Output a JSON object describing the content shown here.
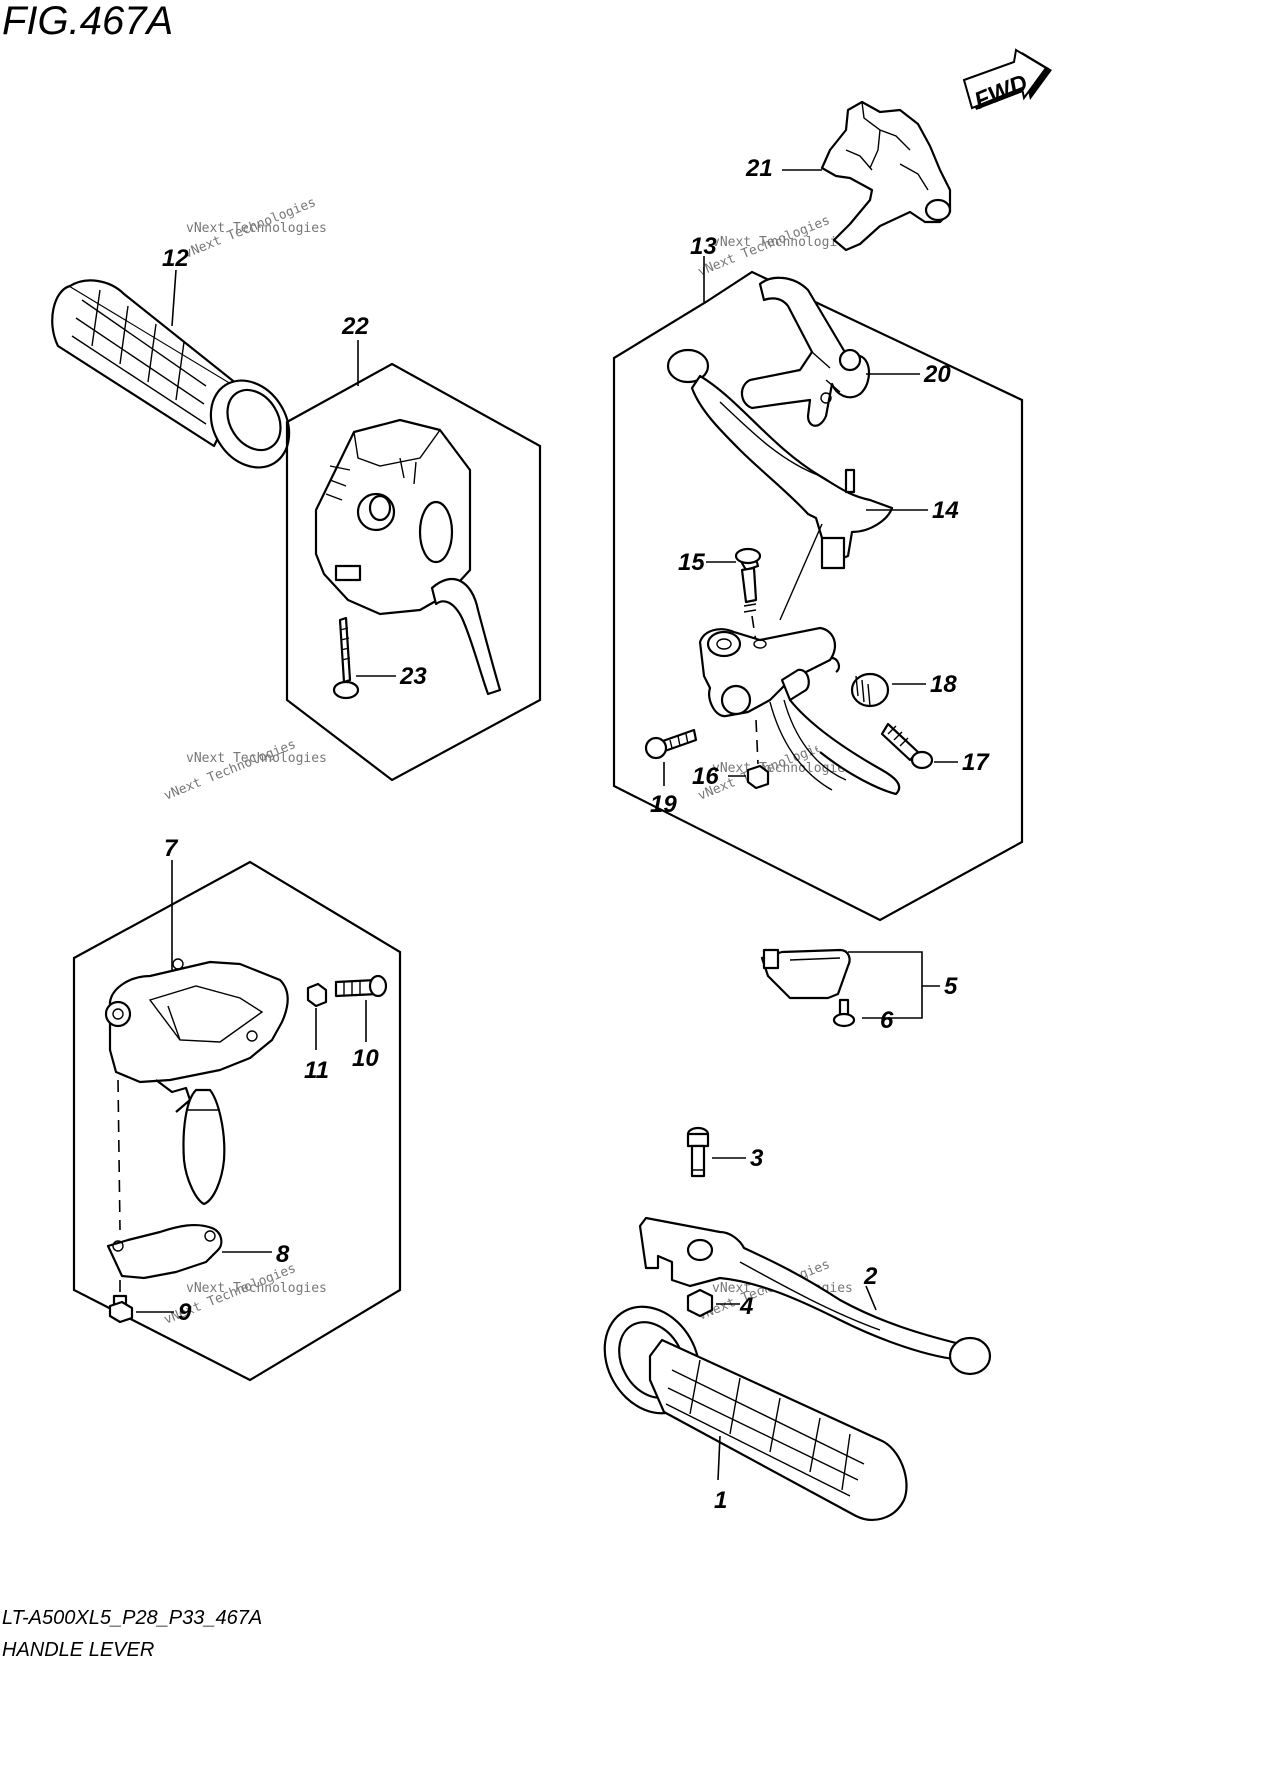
{
  "figure": {
    "title": "FIG.467A",
    "code": "LT-A500XL5_P28_P33_467A",
    "name": "HANDLE LEVER",
    "fwd_label": "FWD"
  },
  "watermark": {
    "line1": "vNext Technologies",
    "line2": "vNext",
    "line3": "Technologies"
  },
  "callouts": [
    {
      "id": "1",
      "text": "1"
    },
    {
      "id": "2",
      "text": "2"
    },
    {
      "id": "3",
      "text": "3"
    },
    {
      "id": "4",
      "text": "4"
    },
    {
      "id": "5",
      "text": "5"
    },
    {
      "id": "6",
      "text": "6"
    },
    {
      "id": "7",
      "text": "7"
    },
    {
      "id": "8",
      "text": "8"
    },
    {
      "id": "9",
      "text": "9"
    },
    {
      "id": "10",
      "text": "10"
    },
    {
      "id": "11",
      "text": "11"
    },
    {
      "id": "12",
      "text": "12"
    },
    {
      "id": "13",
      "text": "13"
    },
    {
      "id": "14",
      "text": "14"
    },
    {
      "id": "15",
      "text": "15"
    },
    {
      "id": "16",
      "text": "16"
    },
    {
      "id": "17",
      "text": "17"
    },
    {
      "id": "18",
      "text": "18"
    },
    {
      "id": "19",
      "text": "19"
    },
    {
      "id": "20",
      "text": "20"
    },
    {
      "id": "21",
      "text": "21"
    },
    {
      "id": "22",
      "text": "22"
    },
    {
      "id": "23",
      "text": "23"
    }
  ]
}
